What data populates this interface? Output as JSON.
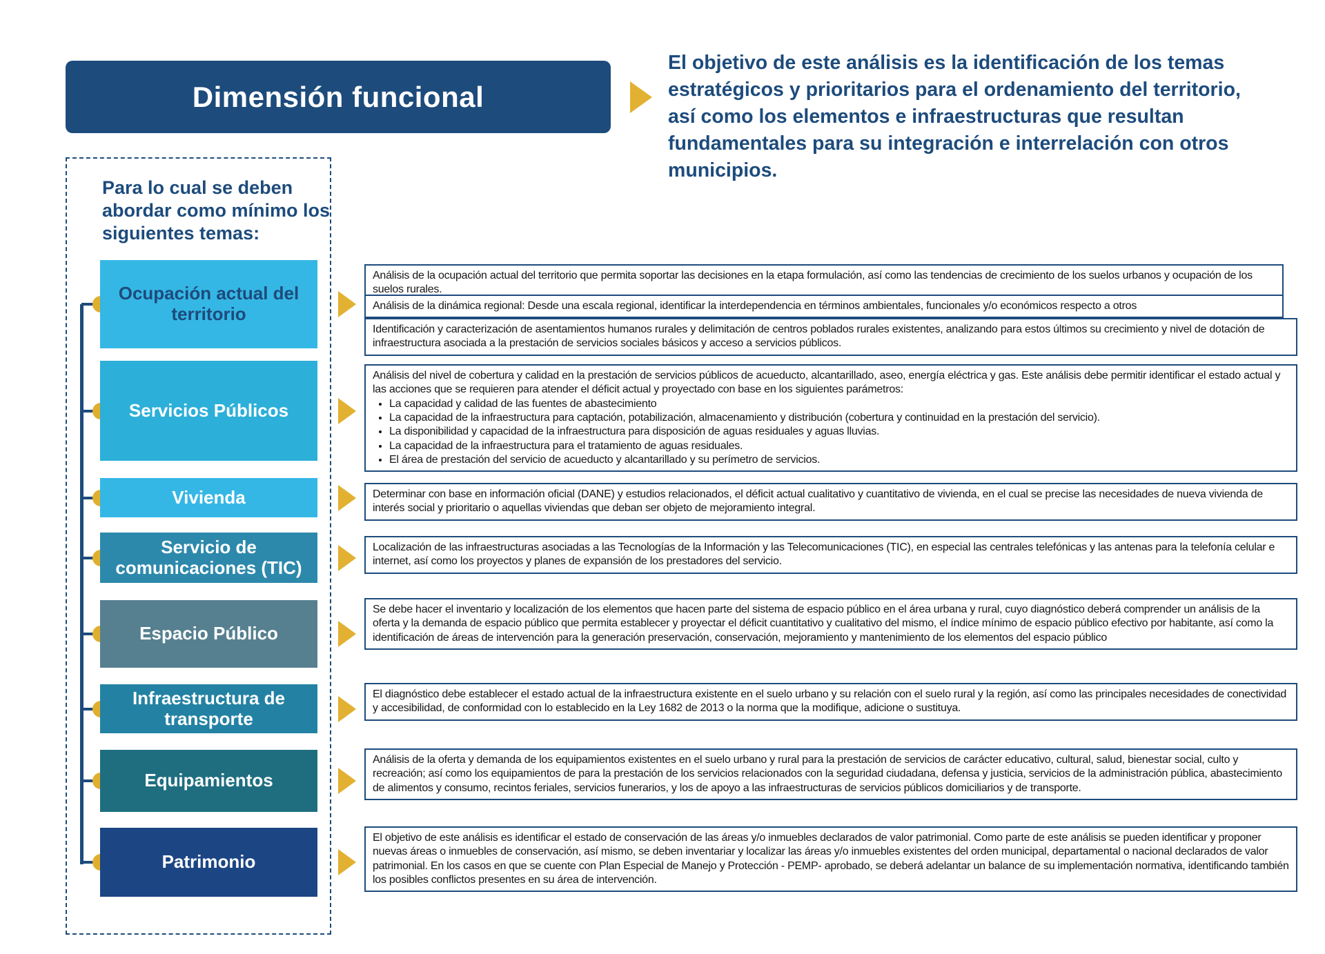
{
  "header": {
    "title": "Dimensión funcional"
  },
  "intro": {
    "text": "El objetivo de este análisis es la identificación de los temas estratégicos y prioritarios para el ordenamiento del territorio, así como los elementos e infraestructuras que resultan fundamentales para su integración e interrelación con otros municipios."
  },
  "panel": {
    "heading": "Para lo cual se deben abordar como mínimo los siguientes temas:"
  },
  "colors": {
    "navy": "#1d4b7c",
    "gold": "#e2b131"
  },
  "topics": [
    {
      "label": "Ocupación actual del territorio",
      "bg": "#35b7e5",
      "fg": "#1d4b7c",
      "descriptions": [
        "Análisis de la ocupación actual del territorio que permita soportar las decisiones en la etapa formulación, así como las tendencias de crecimiento de los suelos urbanos y ocupación de los suelos rurales.",
        "Análisis de la dinámica regional: Desde una escala regional, identificar la interdependencia en términos ambientales, funcionales y/o económicos respecto a otros",
        "Identificación y caracterización de asentamientos humanos rurales y delimitación de centros poblados rurales existentes, analizando para estos últimos su crecimiento y nivel de dotación de infraestructura asociada a la prestación de servicios sociales básicos y acceso a servicios públicos."
      ]
    },
    {
      "label": "Servicios Públicos",
      "bg": "#2cafd8",
      "fg": "#ffffff",
      "desc_intro": "Análisis del nivel de cobertura y calidad en la prestación de servicios públicos de acueducto, alcantarillado, aseo, energía eléctrica y gas. Este análisis debe permitir identificar el estado actual y las acciones que se requieren para atender el déficit actual y proyectado con base en los siguientes parámetros:",
      "bullets": [
        "La capacidad y calidad de las fuentes de abastecimiento",
        "La capacidad de la infraestructura para captación, potabilización, almacenamiento y distribución (cobertura y continuidad en la prestación del servicio).",
        "La disponibilidad y capacidad de la infraestructura para disposición de aguas residuales y aguas lluvias.",
        "La capacidad de la infraestructura para el tratamiento de aguas residuales.",
        "El área de prestación del servicio de acueducto y alcantarillado y su perímetro de servicios."
      ]
    },
    {
      "label": "Vivienda",
      "bg": "#35b7e5",
      "fg": "#ffffff",
      "descriptions": [
        "Determinar con base en información oficial (DANE) y estudios relacionados, el déficit actual cualitativo y cuantitativo de vivienda, en el cual se precise las necesidades de nueva vivienda de interés social y prioritario o aquellas viviendas que deban ser objeto de mejoramiento integral."
      ]
    },
    {
      "label": "Servicio de comunicaciones (TIC)",
      "bg": "#2d89ac",
      "fg": "#ffffff",
      "descriptions": [
        "Localización de las infraestructuras asociadas a las Tecnologías de la Información y las Telecomunicaciones (TIC), en especial las centrales telefónicas y las antenas para la telefonía celular e internet, así como los proyectos y planes de expansión de los prestadores del servicio."
      ]
    },
    {
      "label": "Espacio Público",
      "bg": "#56808f",
      "fg": "#ffffff",
      "descriptions": [
        "Se debe hacer el inventario y localización de los elementos que hacen parte del sistema de espacio público en el área urbana y rural, cuyo diagnóstico deberá comprender un análisis de la oferta y la demanda de espacio público que permita establecer y proyectar el déficit cuantitativo y cualitativo del mismo, el índice mínimo de espacio público efectivo por habitante, así como la identificación de áreas de intervención para la generación preservación, conservación, mejoramiento y mantenimiento de los elementos del espacio público"
      ]
    },
    {
      "label": "Infraestructura de transporte",
      "bg": "#2382a3",
      "fg": "#ffffff",
      "descriptions": [
        "El diagnóstico debe establecer el estado actual de la infraestructura existente en el suelo urbano y su relación con el suelo rural y la región, así como las principales necesidades de conectividad y accesibilidad, de conformidad con lo establecido en la Ley 1682 de 2013 o la norma que la modifique, adicione o sustituya."
      ]
    },
    {
      "label": "Equipamientos",
      "bg": "#1e6e80",
      "fg": "#ffffff",
      "descriptions": [
        "Análisis de la oferta y demanda de los equipamientos existentes en el suelo urbano y rural para la prestación de servicios de carácter educativo, cultural, salud, bienestar social, culto y recreación; así como los equipamientos de para la prestación de los servicios relacionados con la seguridad ciudadana, defensa y justicia, servicios de la administración pública, abastecimiento de alimentos y consumo, recintos feriales, servicios funerarios, y los de apoyo a las infraestructuras de servicios públicos domiciliarios y de transporte."
      ]
    },
    {
      "label": "Patrimonio",
      "bg": "#1c4583",
      "fg": "#ffffff",
      "descriptions": [
        "El objetivo de este análisis es identificar el estado de conservación de las áreas y/o inmuebles declarados de valor patrimonial. Como parte de este análisis se pueden identificar y proponer nuevas áreas o inmuebles de conservación, así  mismo, se deben inventariar y localizar las áreas y/o inmuebles existentes del orden municipal, departamental o nacional declarados de valor patrimonial. En los casos en que se cuente con Plan Especial de Manejo y Protección - PEMP- aprobado, se deberá adelantar un balance de su implementación normativa, identificando también los posibles conflictos presentes en su área de intervención."
      ]
    }
  ]
}
